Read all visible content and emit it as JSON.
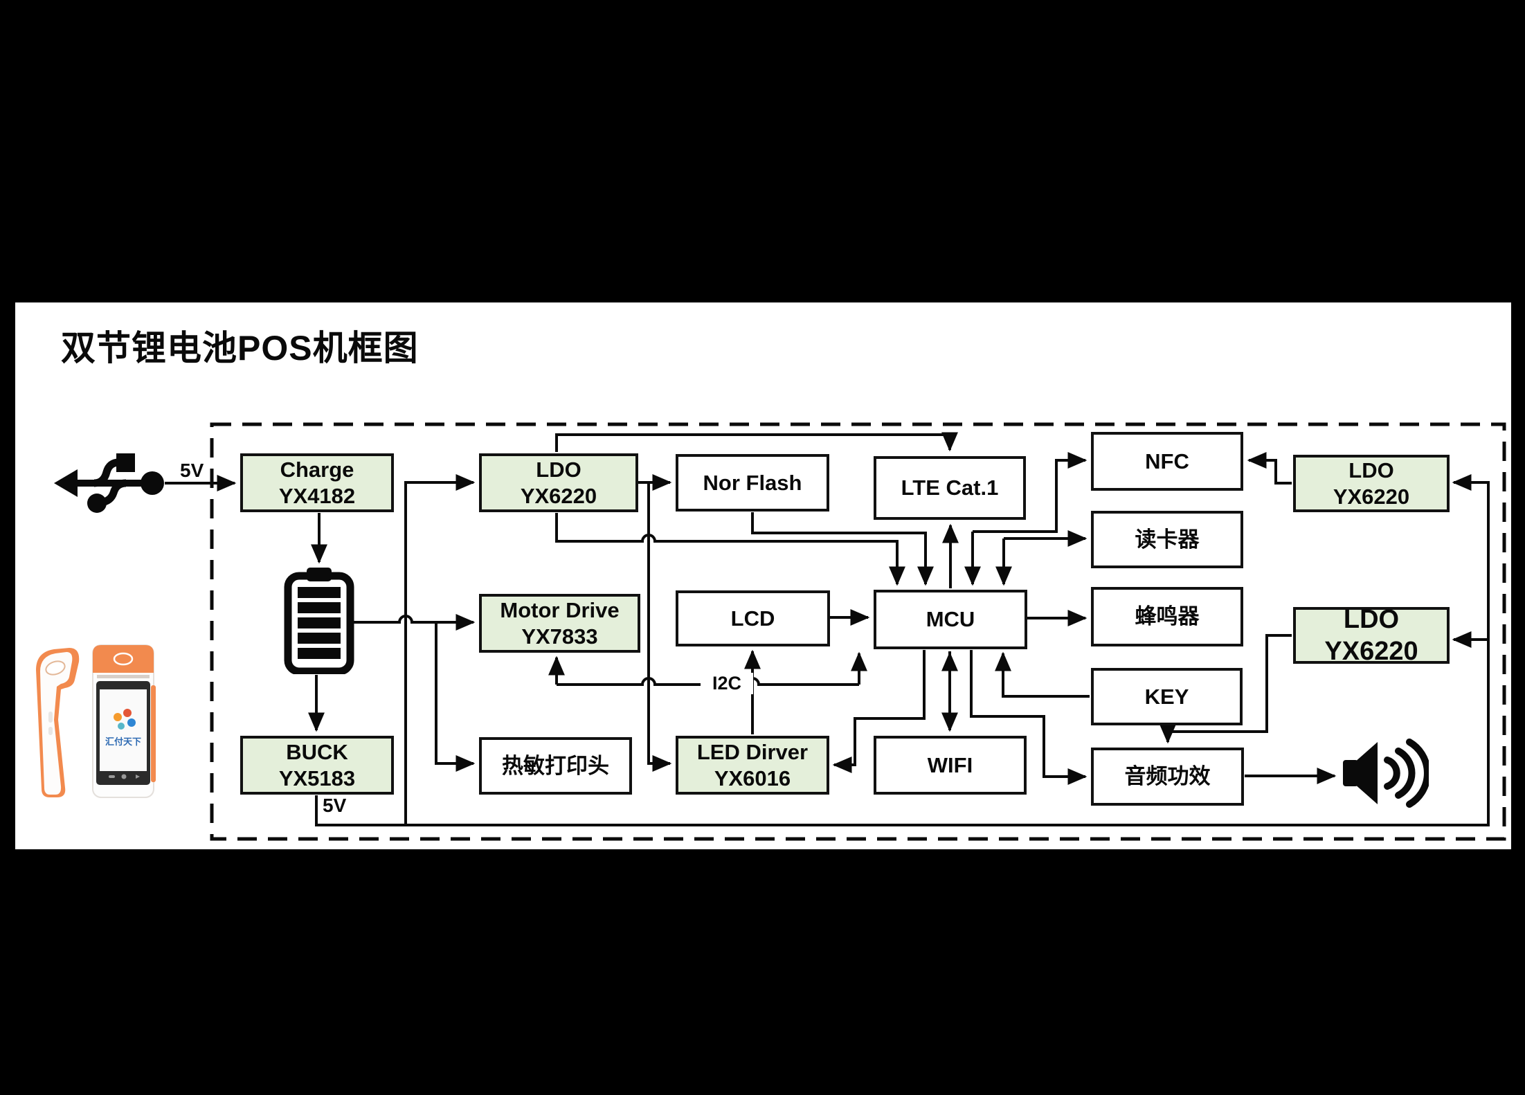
{
  "title": "双节锂电池POS机框图",
  "labels": {
    "usb_5v": "5V",
    "buck_5v": "5V",
    "i2c": "I2C"
  },
  "colors": {
    "page_bg": "#ffffff",
    "outer_bg": "#000000",
    "block_green": "#e4efda",
    "block_white": "#ffffff",
    "line": "#000000",
    "pos_orange": "#f28a4e",
    "pos_logo_blue": "#2f6bb3"
  },
  "blocks": [
    {
      "id": "charge",
      "lines": [
        "Charge",
        "YX4182"
      ],
      "style": "green"
    },
    {
      "id": "ldo-left",
      "lines": [
        "LDO",
        "YX6220"
      ],
      "style": "green"
    },
    {
      "id": "nor-flash",
      "lines": [
        "Nor Flash"
      ],
      "style": "white"
    },
    {
      "id": "lte-cat1",
      "lines": [
        "LTE Cat.1"
      ],
      "style": "white"
    },
    {
      "id": "nfc",
      "lines": [
        "NFC"
      ],
      "style": "white"
    },
    {
      "id": "ldo-right-top",
      "lines": [
        "LDO",
        "YX6220"
      ],
      "style": "green"
    },
    {
      "id": "card-reader",
      "lines": [
        "读卡器"
      ],
      "style": "white"
    },
    {
      "id": "motor-drive",
      "lines": [
        "Motor Drive",
        "YX7833"
      ],
      "style": "green"
    },
    {
      "id": "lcd",
      "lines": [
        "LCD"
      ],
      "style": "white"
    },
    {
      "id": "mcu",
      "lines": [
        "MCU"
      ],
      "style": "white"
    },
    {
      "id": "buzzer",
      "lines": [
        "蜂鸣器"
      ],
      "style": "white"
    },
    {
      "id": "ldo-right-bottom",
      "lines": [
        "LDO",
        "YX6220"
      ],
      "style": "green big"
    },
    {
      "id": "key",
      "lines": [
        "KEY"
      ],
      "style": "white"
    },
    {
      "id": "buck",
      "lines": [
        "BUCK",
        "YX5183"
      ],
      "style": "green"
    },
    {
      "id": "thermal-printhead",
      "lines": [
        "热敏打印头"
      ],
      "style": "white"
    },
    {
      "id": "led-driver",
      "lines": [
        "LED Dirver",
        "YX6016"
      ],
      "style": "green"
    },
    {
      "id": "wifi",
      "lines": [
        "WIFI"
      ],
      "style": "white"
    },
    {
      "id": "audio-amp",
      "lines": [
        "音频功效"
      ],
      "style": "white"
    }
  ],
  "pos_device": {
    "brand_text": "汇付天下"
  },
  "icons": [
    "usb-icon",
    "battery-icon",
    "speaker-icon",
    "pos-device-photo"
  ]
}
